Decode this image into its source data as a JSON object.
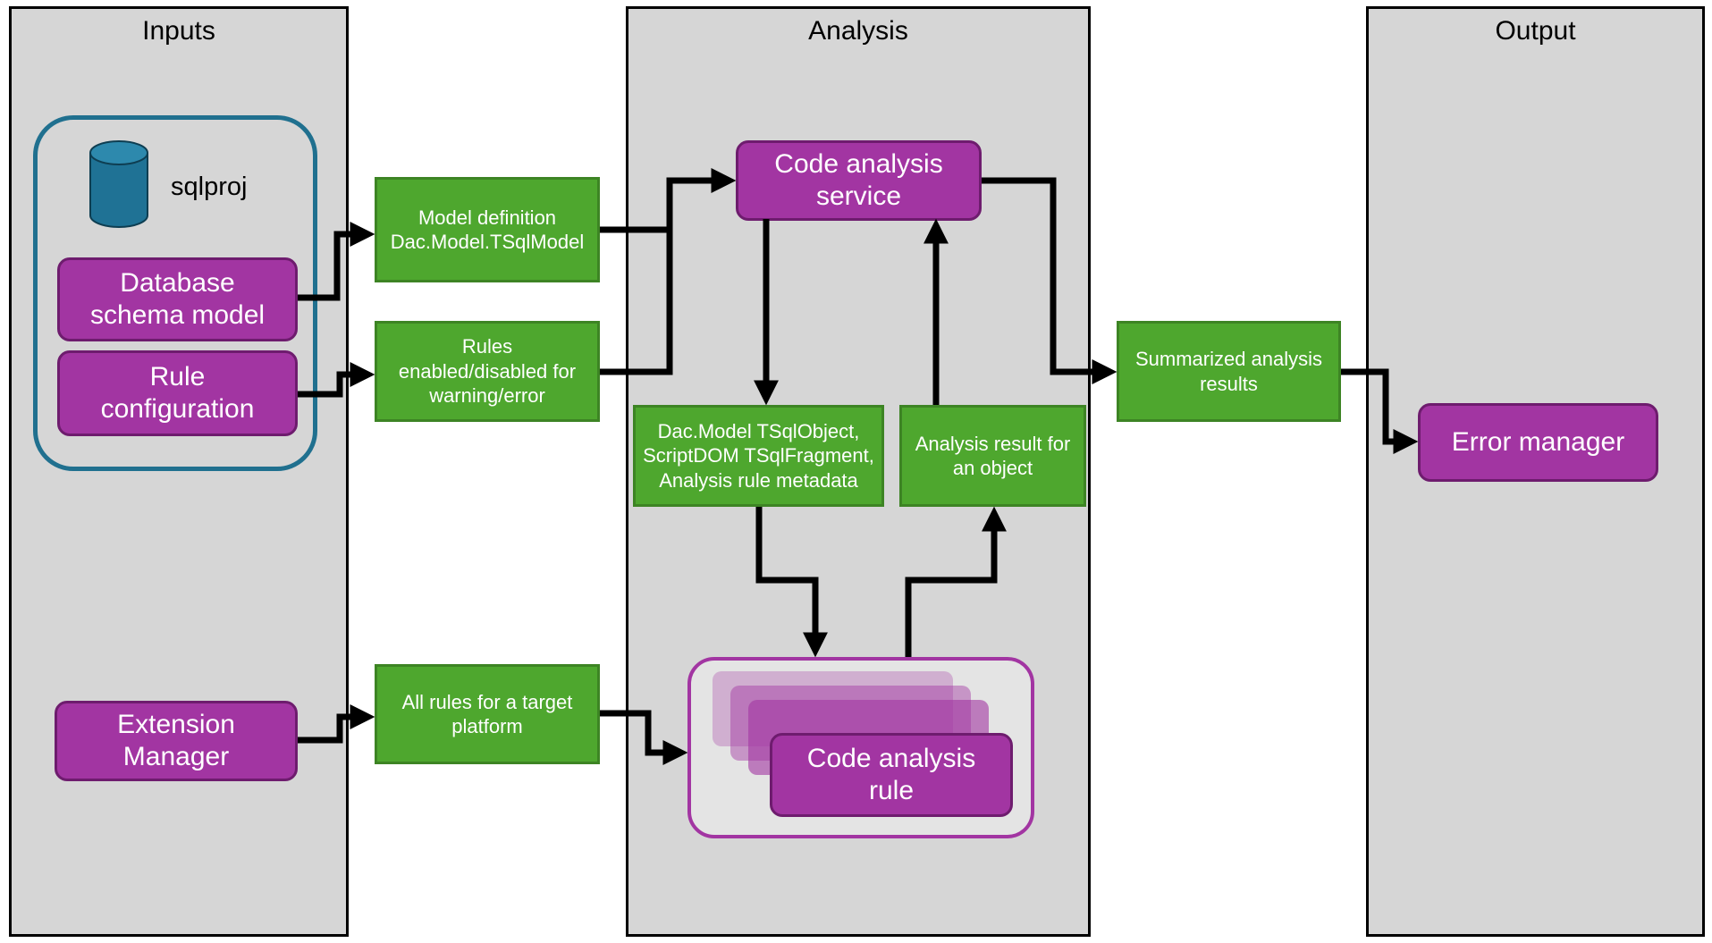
{
  "diagram": {
    "columns": {
      "inputs_title": "Inputs",
      "analysis_title": "Analysis",
      "output_title": "Output"
    },
    "inputs": {
      "sqlproj_label": "sqlproj",
      "database_schema_model": "Database\nschema model",
      "rule_configuration": "Rule\nconfiguration",
      "extension_manager": "Extension\nManager"
    },
    "flows": {
      "model_definition": "Model definition\nDac.Model.TSqlModel",
      "rules_enabled": "Rules\nenabled/disabled for\nwarning/error",
      "all_rules": "All rules for a target\nplatform",
      "tsql_object": "Dac.Model TSqlObject,\nScriptDOM TSqlFragment,\nAnalysis rule metadata",
      "analysis_result": "Analysis result for\nan object",
      "summarized_results": "Summarized analysis\nresults"
    },
    "analysis": {
      "code_analysis_service": "Code analysis\nservice",
      "code_analysis_rule": "Code analysis\nrule"
    },
    "output": {
      "error_manager": "Error manager"
    },
    "colors": {
      "purple_fill": "#a235a2",
      "purple_border": "#6e1c6e",
      "green_fill": "#4ea72e",
      "green_border": "#3d8424",
      "panel_gray": "#d6d6d6",
      "cylinder_teal": "#1f7295",
      "container_teal_border": "#20708f",
      "arrow_color": "#000000"
    }
  }
}
